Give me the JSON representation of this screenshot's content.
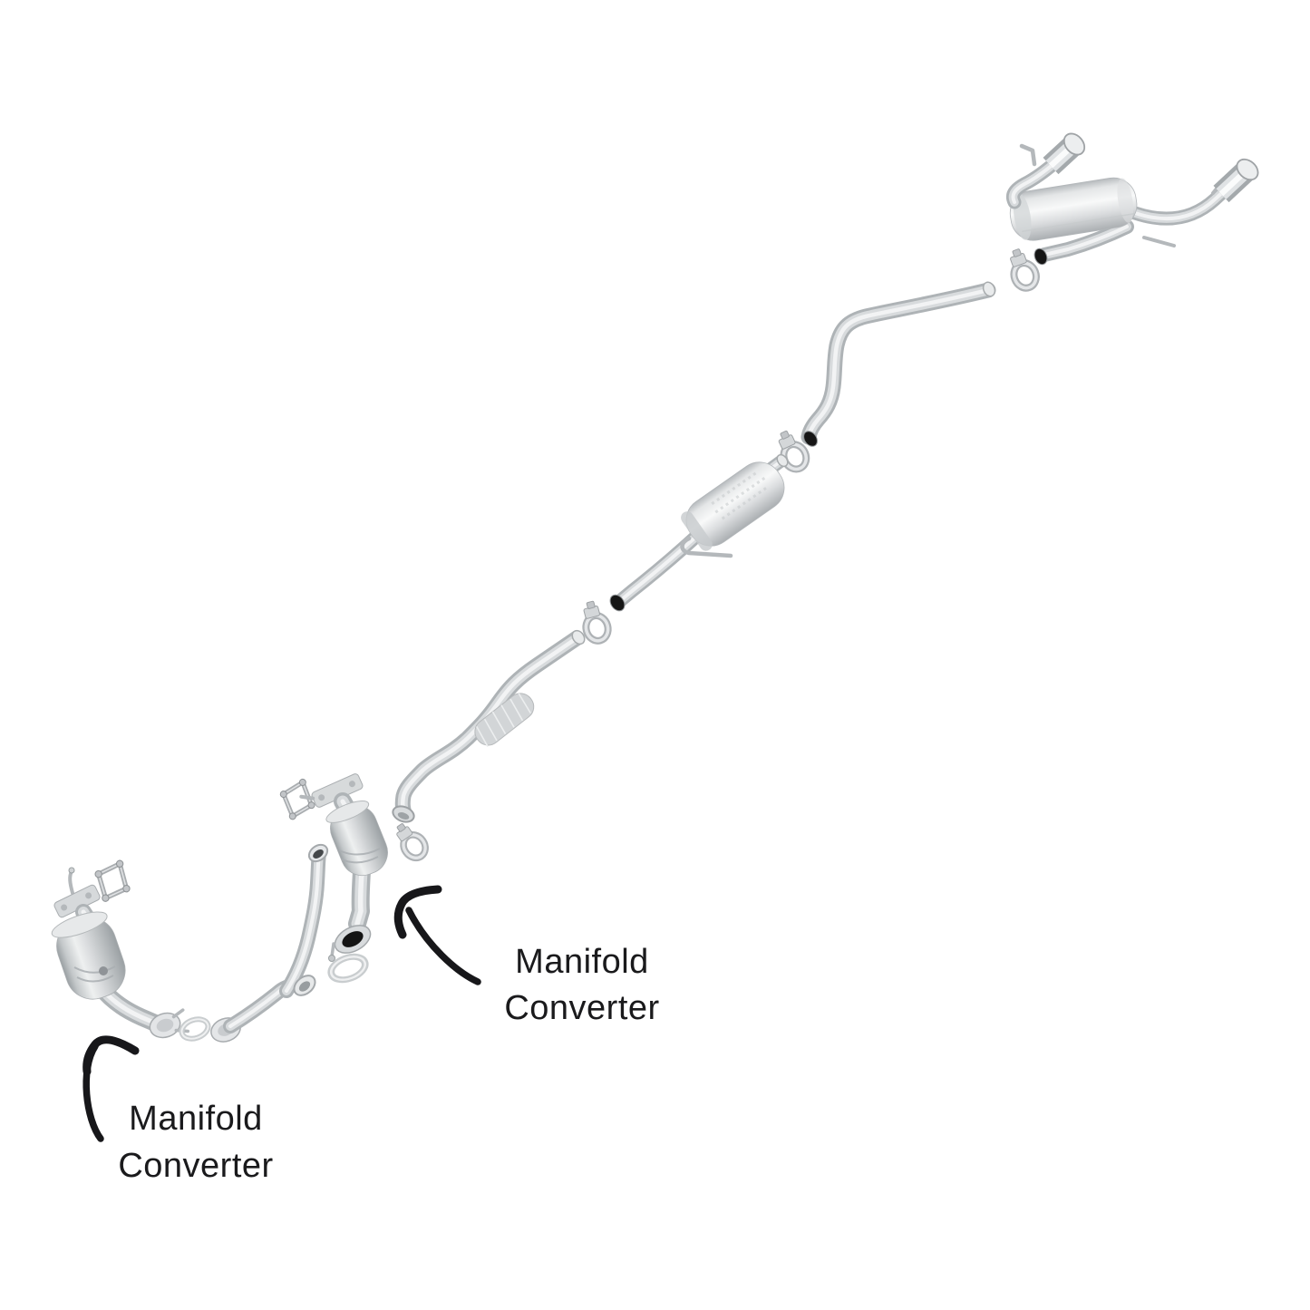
{
  "annotations": {
    "labels": [
      {
        "placement": "right",
        "line1": "Manifold",
        "line2": "Converter"
      },
      {
        "placement": "left",
        "line1": "Manifold",
        "line2": "Converter"
      }
    ],
    "arrow_count": 2
  },
  "colors": {
    "background": "#ffffff",
    "annotation_ink": "#17171a",
    "label_text": "#1a1a1c",
    "steel_base": "#aeb3b6",
    "steel_mid": "#d8dbdd",
    "steel_highlight": "#f2f3f4",
    "chrome_highlight": "#fafbfb",
    "pipe_opening": "#161616"
  },
  "parts": [
    "rear-muffler-assembly",
    "tailpipe-tip-left",
    "tailpipe-tip-right",
    "band-clamp-rear",
    "intermediate-z-pipe",
    "band-clamp-mid-upper",
    "resonator",
    "band-clamp-mid-lower",
    "flex-front-pipe",
    "band-clamp-front",
    "manifold-converter-right",
    "manifold-converter-left",
    "y-pipe",
    "oval-gasket-right",
    "oval-gasket-left",
    "diamond-gasket-right",
    "diamond-gasket-left"
  ]
}
